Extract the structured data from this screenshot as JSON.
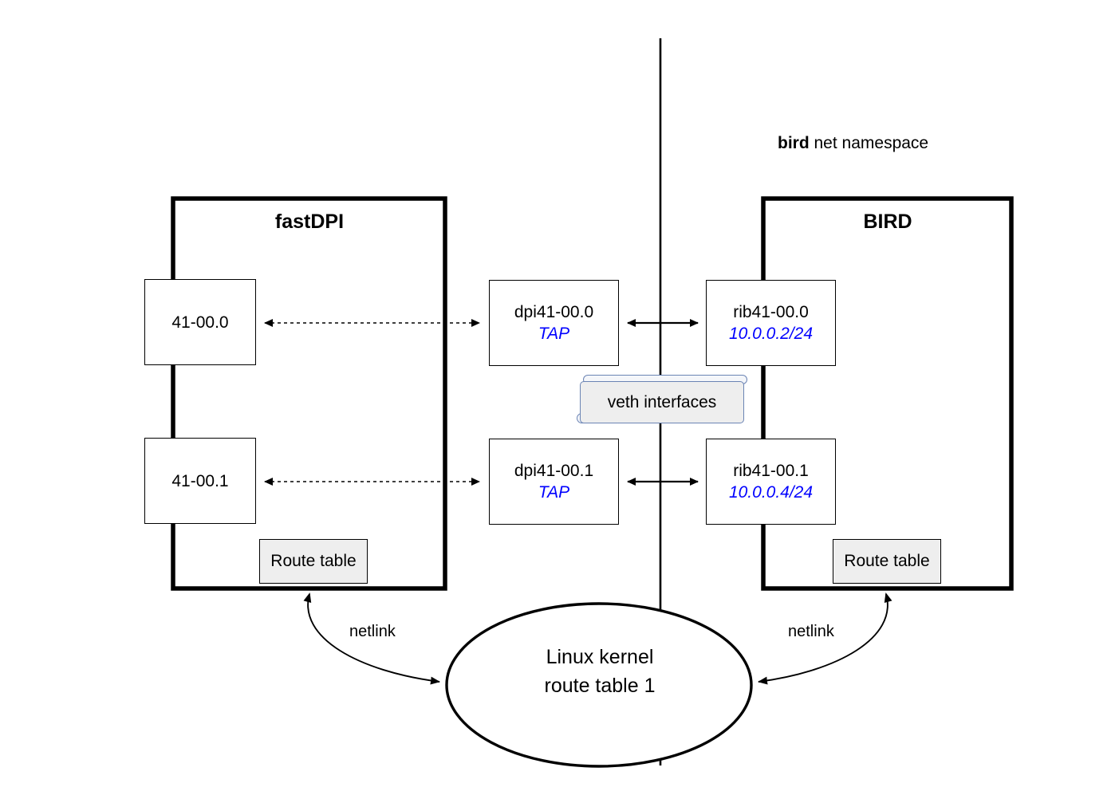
{
  "diagram": {
    "namespace_label": {
      "strong": "bird",
      "rest": " net namespace"
    },
    "containers": [
      {
        "id": "fastdpi",
        "title": "fastDPI"
      },
      {
        "id": "bird",
        "title": "BIRD"
      }
    ],
    "fastdpi_ports": [
      {
        "name": "41-00.0"
      },
      {
        "name": "41-00.1"
      }
    ],
    "tap_interfaces": [
      {
        "name": "dpi41-00.0",
        "type": "TAP"
      },
      {
        "name": "dpi41-00.1",
        "type": "TAP"
      }
    ],
    "rib_interfaces": [
      {
        "name": "rib41-00.0",
        "address": "10.0.0.2/24"
      },
      {
        "name": "rib41-00.1",
        "address": "10.0.0.4/24"
      }
    ],
    "route_tables": [
      {
        "label": "Route table"
      },
      {
        "label": "Route table"
      }
    ],
    "note": {
      "label": "veth interfaces"
    },
    "kernel": {
      "line1": "Linux kernel",
      "line2": "route table 1"
    },
    "edge_labels": [
      {
        "label": "netlink"
      },
      {
        "label": "netlink"
      }
    ],
    "colors": {
      "accent_blue": "#0000ff",
      "note_border": "#6b84b4",
      "note_fill": "#eeeeee",
      "route_table_fill": "#eeeeee",
      "stroke": "#000000"
    }
  }
}
